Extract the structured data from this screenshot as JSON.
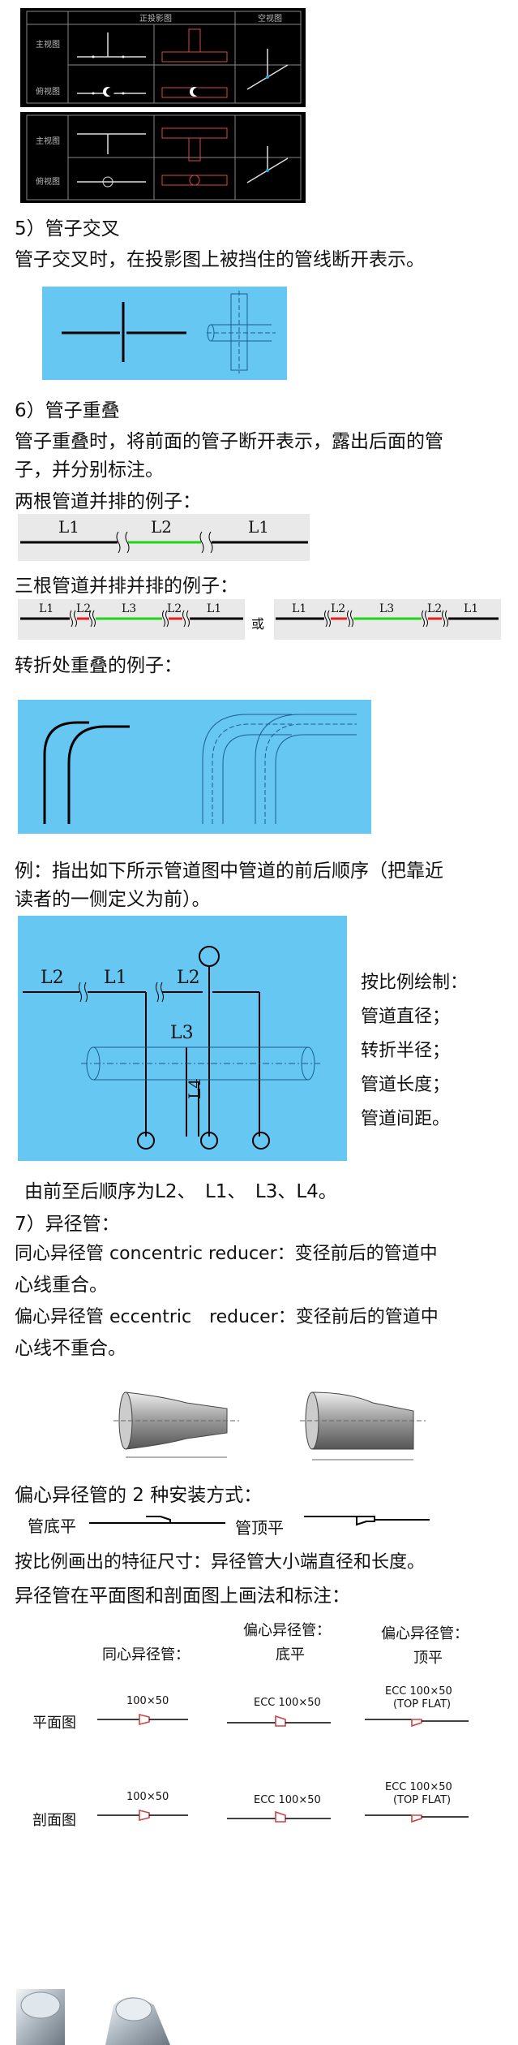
{
  "projection_table": {
    "header_main": "正投影图",
    "header_side": "空视图",
    "row_front": "主视图",
    "row_top": "俯视图",
    "row_front_2": "主视图",
    "row_top_2": "俯视图"
  },
  "section5": {
    "title": "5）管子交叉",
    "desc": "管子交叉时，在投影图上被挡住的管线断开表示。"
  },
  "section6": {
    "title": "6）管子重叠",
    "desc_line1": "管子重叠时，将前面的管子断开表示，露出后面的管",
    "desc_line2": "子，并分别标注。",
    "two_pipes": "两根管道并排的例子：",
    "two_labels": [
      "L1",
      "L2",
      "L1"
    ],
    "three_pipes": "三根管道并排并排的例子：",
    "three_labels": [
      "L1",
      "L2",
      "L3",
      "L2",
      "L1"
    ],
    "or": "或",
    "turn_overlap": "转折处重叠的例子：",
    "example_line1": "例：指出如下所示管道图中管道的前后顺序（把靠近",
    "example_line2": "读者的一侧定义为前）。",
    "diagram_labels": {
      "l2a": "L2",
      "l1": "L1",
      "l2b": "L2",
      "l3": "L3",
      "l4": "L4"
    },
    "scale_notes": [
      "按比例绘制：",
      "管道直径；",
      "转折半径；",
      "管道长度；",
      "管道间距。"
    ],
    "answer": "由前至后顺序为L2、　L1、　L3、L4。"
  },
  "section7": {
    "title": "7）异径管：",
    "concentric_1": "同心异径管 concentric reducer：变径前后的管道中",
    "concentric_2": "心线重合。",
    "eccentric_1": "偏心异径管 eccentric　reducer：变径前后的管道中",
    "eccentric_2": "心线不重合。",
    "install_title": "偏心异径管的 2 种安装方式：",
    "bottom_flat": "管底平",
    "top_flat": "管顶平",
    "scale_dims": "按比例画出的特征尺寸：异径管大小端直径和长度。",
    "plan_section": "异径管在平面图和剖面图上画法和标注：",
    "table": {
      "col1": "同心异径管：",
      "col2_a": "偏心异径管：",
      "col2_b": "底平",
      "col3_a": "偏心异径管：",
      "col3_b": "顶平",
      "row1": "平面图",
      "row2": "剖面图",
      "c1r1": "100×50",
      "c2r1": "ECC 100×50",
      "c3r1_a": "ECC 100×50",
      "c3r1_b": "(TOP FLAT)",
      "c1r2": "100×50",
      "c2r2": "ECC 100×50",
      "c3r2_a": "ECC 100×50",
      "c3r2_b": "(TOP FLAT)"
    }
  },
  "colors": {
    "blue_panel": "#66c8f2",
    "green": "#21d21b",
    "red": "#e0201e"
  }
}
